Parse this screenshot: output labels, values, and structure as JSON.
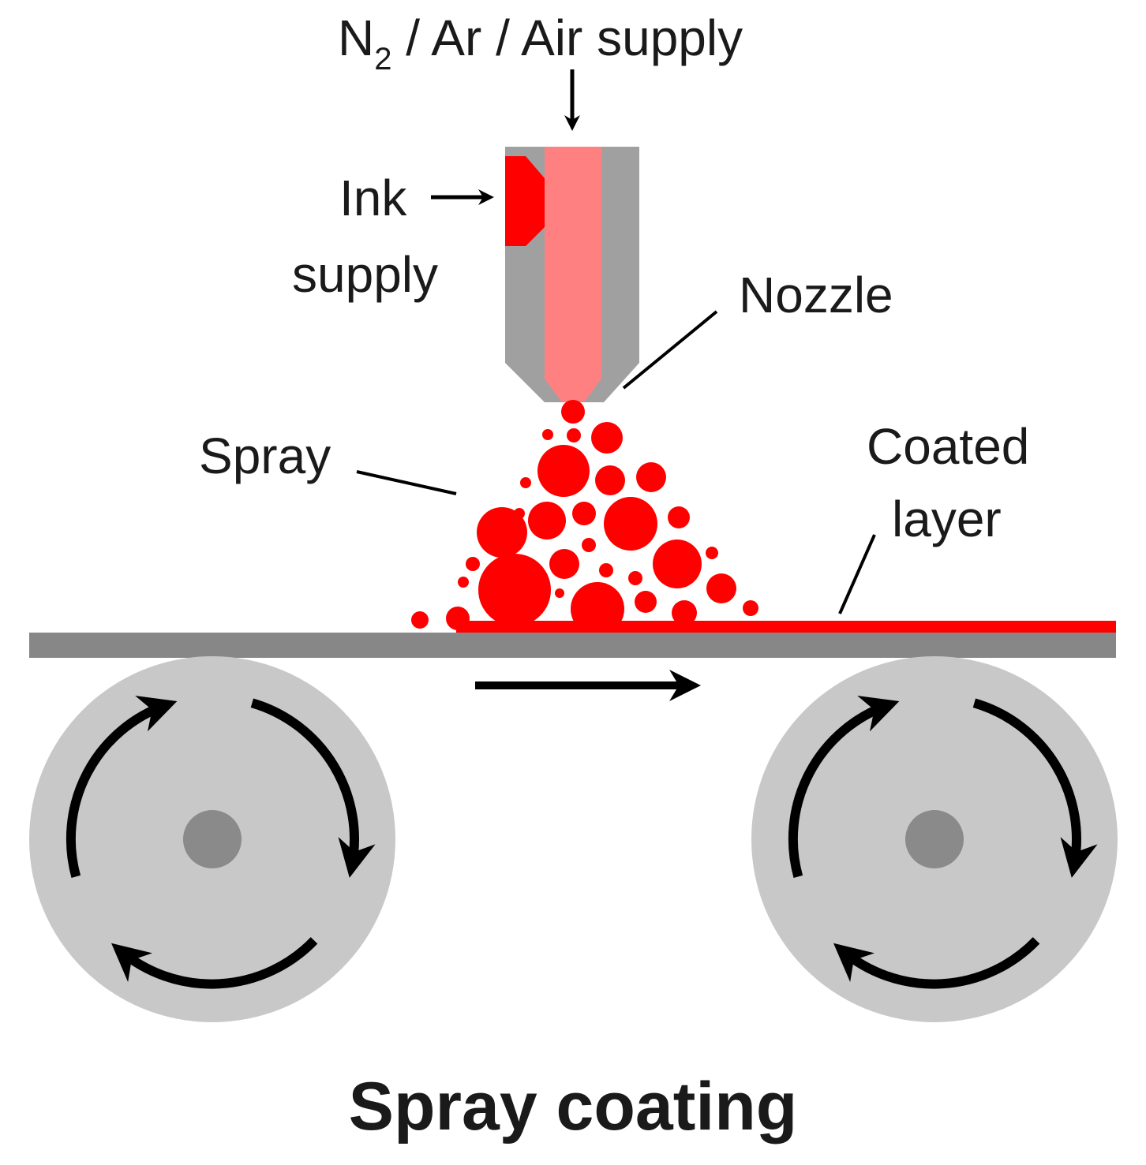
{
  "labels": {
    "gas_main": "N",
    "gas_sub": "2",
    "gas_rest": " / Ar / Air supply",
    "ink_line1": "Ink",
    "ink_line2": "supply",
    "nozzle": "Nozzle",
    "spray": "Spray",
    "coated_line1": "Coated",
    "coated_line2": "layer",
    "title": "Spray coating"
  },
  "colors": {
    "ink_red": "#ff0000",
    "gas_pink": "#ff8080",
    "nozzle_gray": "#a0a0a0",
    "substrate_gray": "#878787",
    "roller_gray": "#c8c8c8",
    "hub_gray": "#8a8a8a",
    "arrow_black": "#000000"
  },
  "icons": {
    "substrate_direction": "right-arrow-icon",
    "roller_rotation": "clockwise-rotation-arrows-icon",
    "pointer": "down-arrow-icon"
  }
}
